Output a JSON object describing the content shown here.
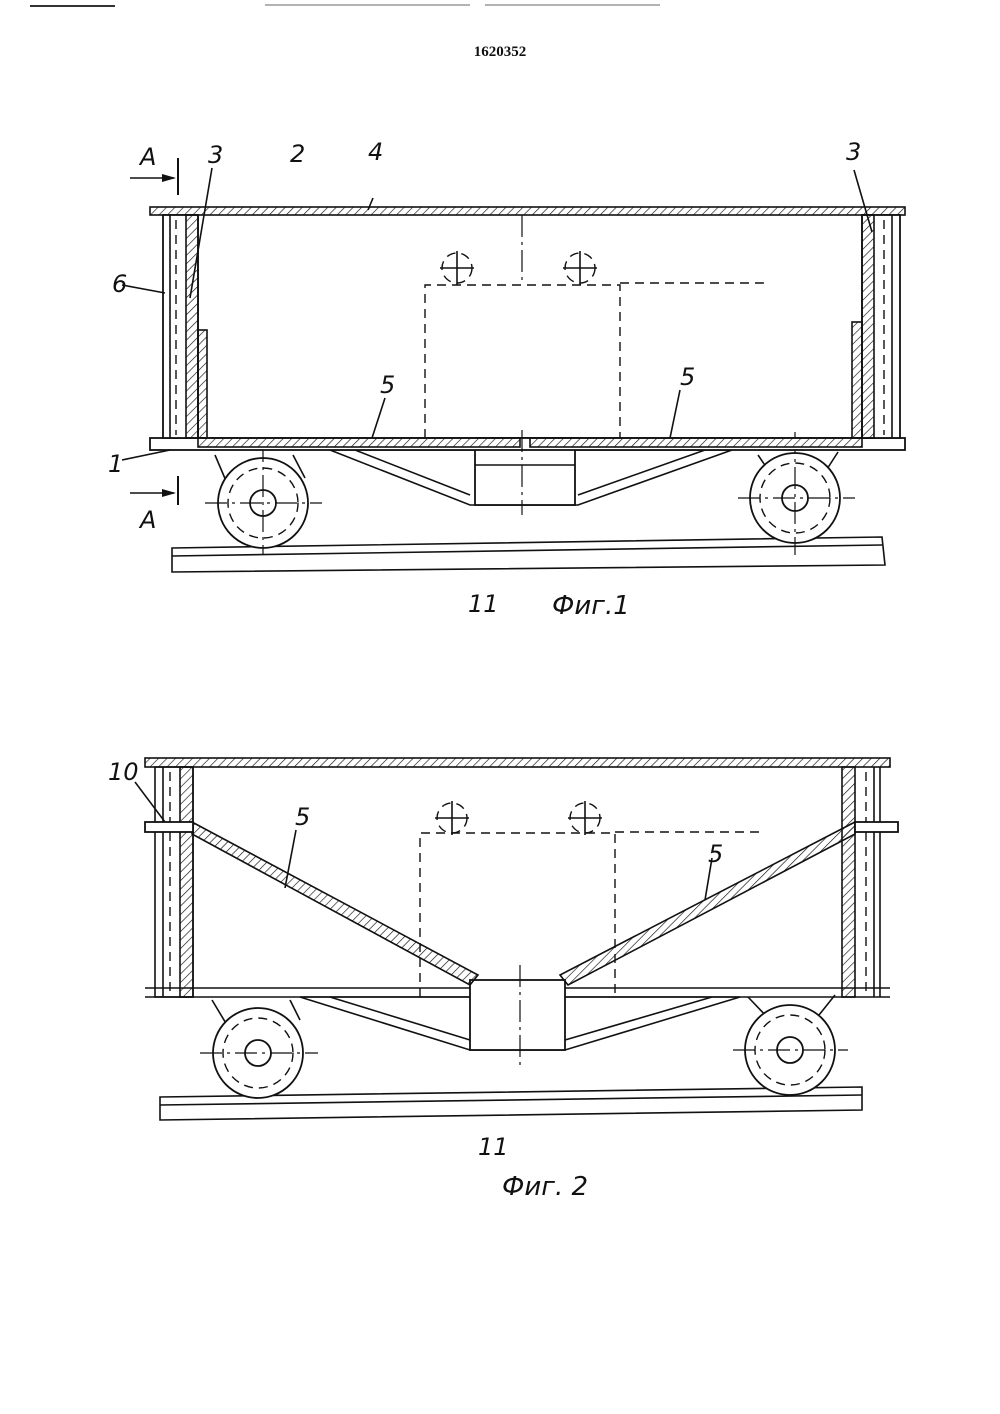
{
  "header": {
    "patent_number": "1620352"
  },
  "figure1": {
    "caption": "Фиг.1",
    "section_mark_top": "А",
    "section_mark_bottom": "А",
    "labels": {
      "wall_left": "3",
      "body": "2",
      "top_plate": "4",
      "wall_right": "3",
      "side_6": "6",
      "floor_left": "5",
      "floor_right": "5",
      "frame_1": "1",
      "chute": "11"
    }
  },
  "figure2": {
    "caption": "Фиг. 2",
    "labels": {
      "pin_10": "10",
      "floor_left": "5",
      "floor_right": "5",
      "chute": "11"
    }
  }
}
